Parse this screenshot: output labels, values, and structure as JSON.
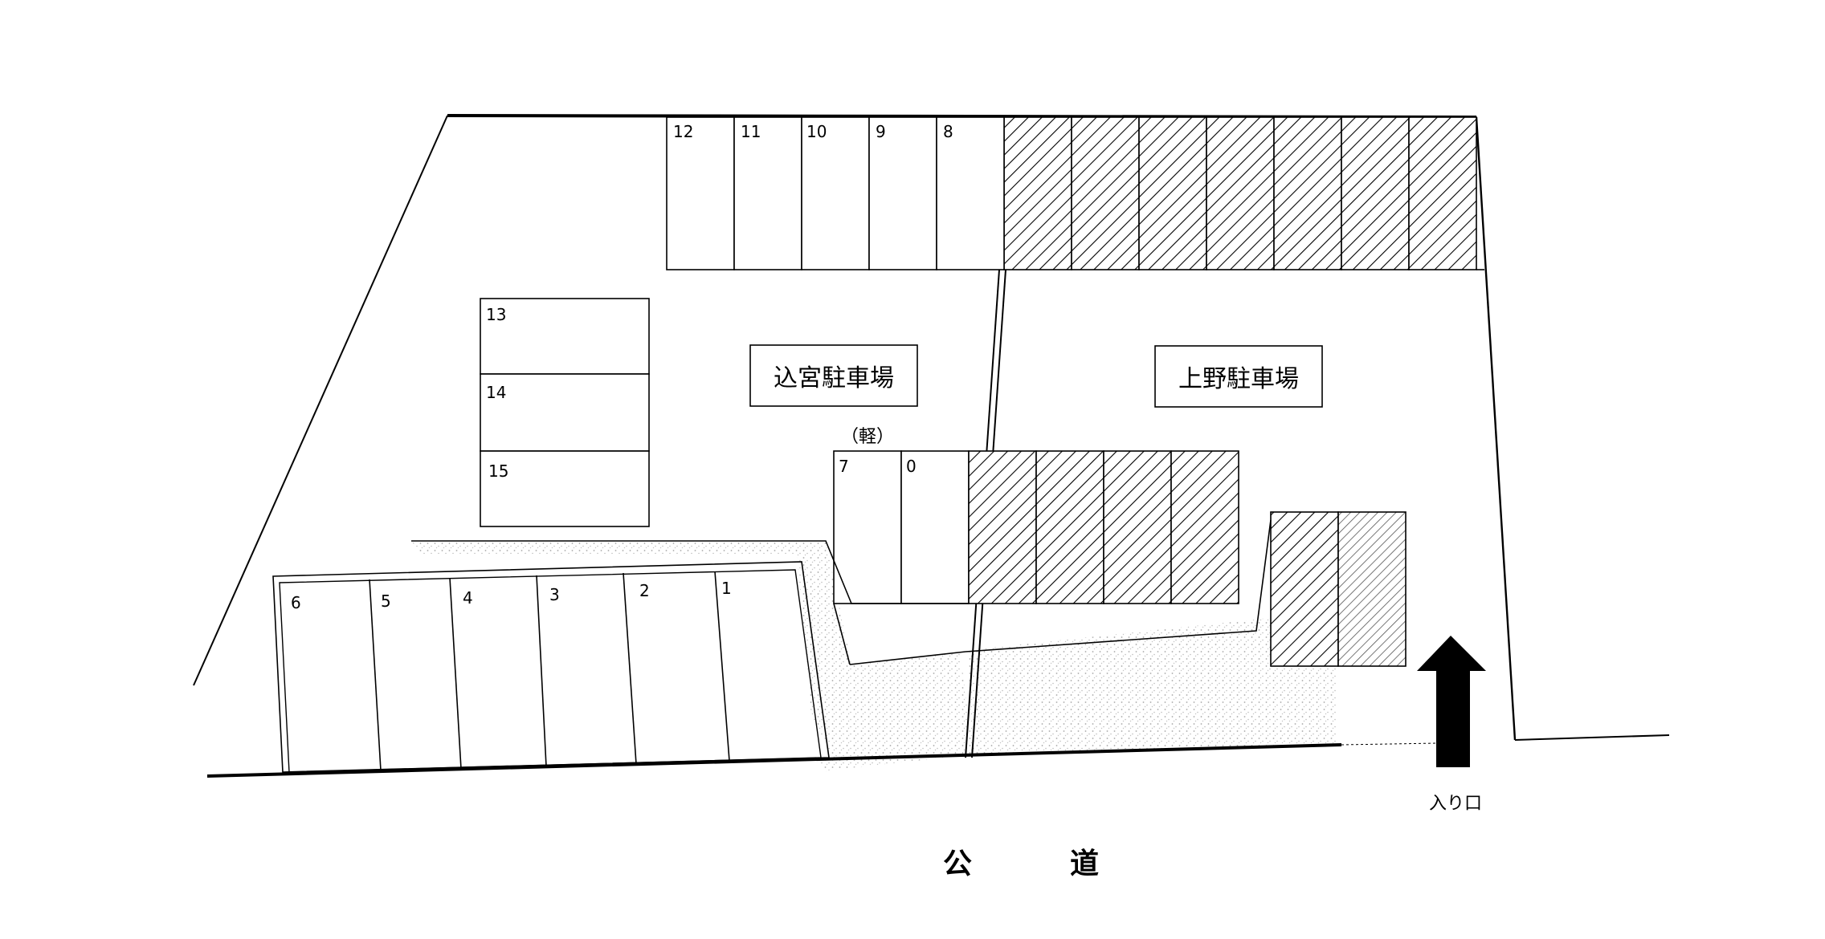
{
  "lots": {
    "komiya": "込宮駐車場",
    "ueno": "上野駐車場"
  },
  "top_row": [
    "12",
    "11",
    "10",
    "9",
    "8"
  ],
  "left_column": [
    "13",
    "14",
    "15"
  ],
  "middle_pair": [
    "7",
    "0"
  ],
  "kei_label": "（軽）",
  "bottom_row": [
    "6",
    "5",
    "4",
    "3",
    "2",
    "1"
  ],
  "entrance_label": "入り口",
  "road": {
    "char1": "公",
    "char2": "道"
  },
  "colors": {
    "line": "#000000",
    "hatch": "#000000",
    "stipple": "#bdbdbd",
    "background": "#ffffff"
  },
  "icons": {
    "entrance_arrow": "arrow-up-icon"
  }
}
